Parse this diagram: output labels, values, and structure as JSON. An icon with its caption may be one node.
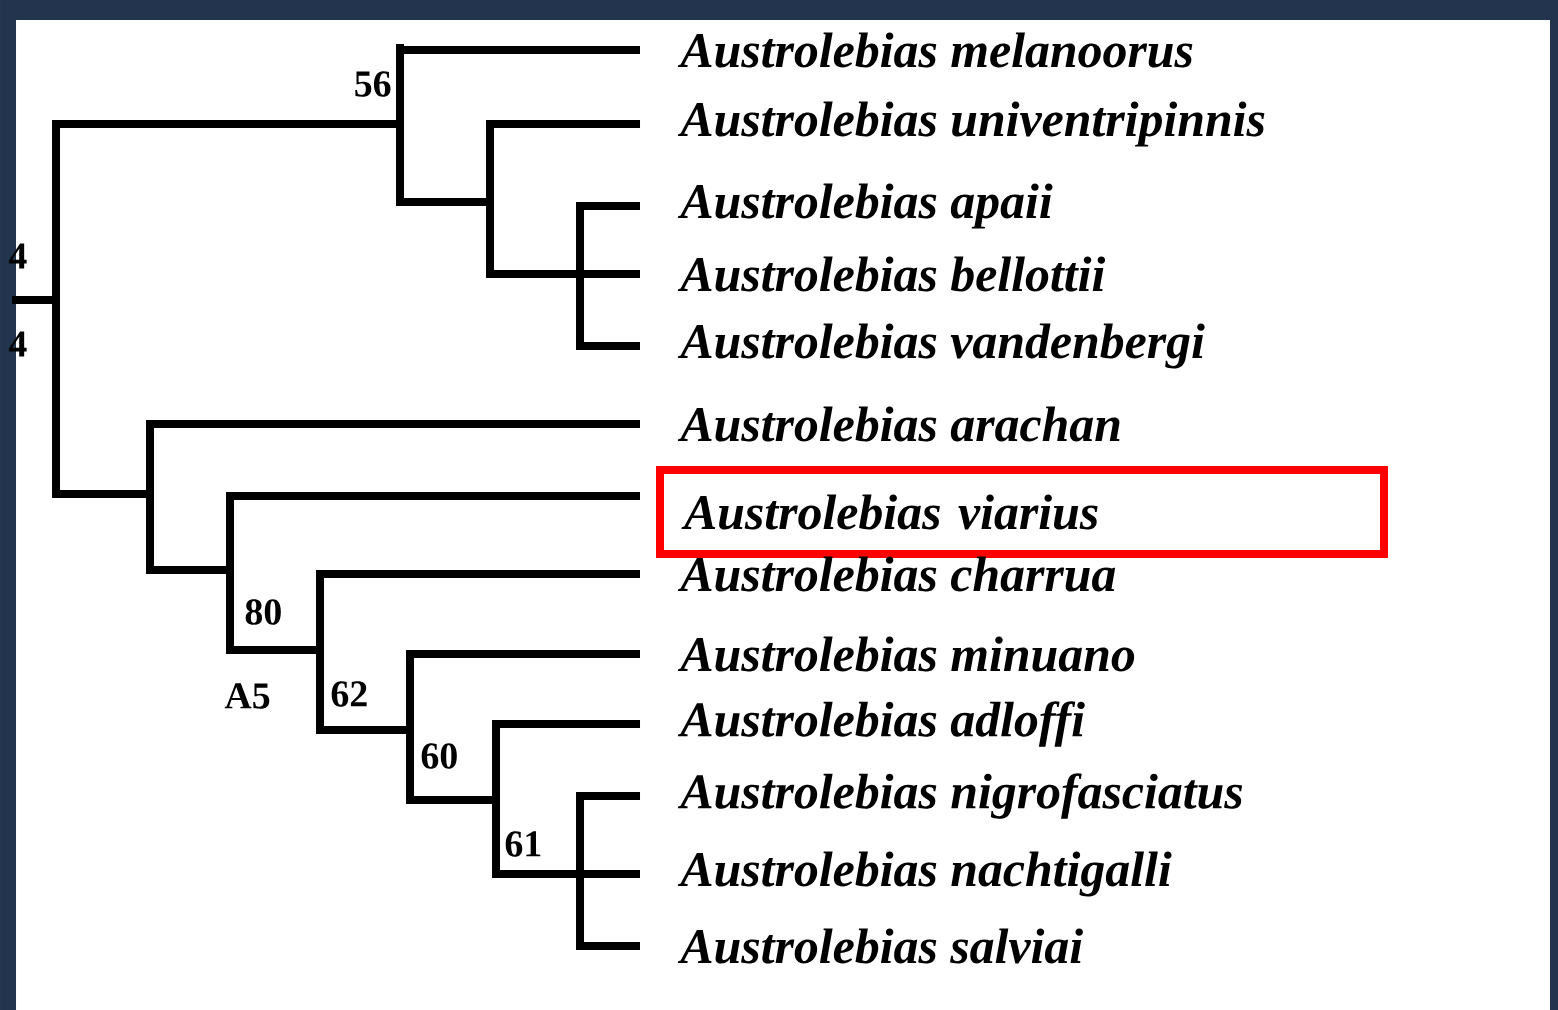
{
  "diagram": {
    "nodes": [
      {
        "text": [
          "Austrolebias melanoorus"
        ]
      },
      {
        "text": [
          "Austrolebias univentripinnis"
        ]
      },
      {
        "text": [
          "Austrolebias apaii"
        ]
      },
      {
        "text": [
          "Austrolebias bellottii"
        ]
      },
      {
        "text": [
          "Austrolebias vandenbergi"
        ]
      },
      {
        "text": [
          "Austrolebias arachan"
        ]
      },
      {
        "text": [
          "Austrolebias viarius"
        ]
      },
      {
        "text": [
          "Austrolebias charrua"
        ]
      },
      {
        "text": [
          "Austrolebias minuano"
        ]
      },
      {
        "text": [
          "Austrolebias adloffi"
        ]
      },
      {
        "text": [
          "Austrolebias nigrofasciatus"
        ]
      },
      {
        "text": [
          "Austrolebias nachtigalli"
        ]
      },
      {
        "text": [
          "Austrolebias salviai"
        ]
      }
    ],
    "labels": [
      "56",
      "4",
      "4",
      "80",
      "A5",
      "62",
      "60",
      "61"
    ]
  }
}
